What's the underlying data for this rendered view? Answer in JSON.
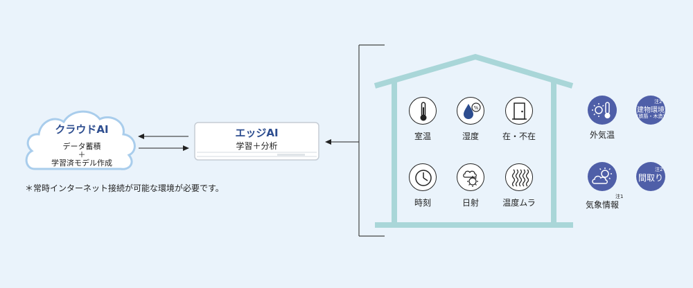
{
  "colors": {
    "background": "#eaf3fb",
    "accent_text": "#2d4d8f",
    "house_outline": "#a9d6d8",
    "outdoor_circle": "#4f5fa8"
  },
  "cloud": {
    "title": "クラウドAI",
    "line1": "データ蓄積",
    "plus": "＋",
    "line2": "学習済モデル作成"
  },
  "note": "＊常時インターネット接続が可能な環境が必要です。",
  "edge_ai": {
    "title": "エッジAI",
    "subtitle": "学習＋分析"
  },
  "indoor": [
    {
      "label": "室温",
      "icon": "thermometer-icon"
    },
    {
      "label": "湿度",
      "icon": "humidity-drop-icon"
    },
    {
      "label": "在・不在",
      "icon": "door-icon"
    },
    {
      "label": "時刻",
      "icon": "clock-icon"
    },
    {
      "label": "日射",
      "icon": "sun-behind-cloud-icon"
    },
    {
      "label": "温度ムラ",
      "icon": "heat-waves-icon"
    }
  ],
  "outdoor": {
    "outside_temp": {
      "label": "外気温",
      "icon": "sun-thermometer-icon"
    },
    "weather": {
      "label": "気象情報",
      "note": "注1",
      "icon": "sun-cloud-icon"
    },
    "building": {
      "line1": "建物環境",
      "line2": "(鉄筋・木造)",
      "note": "注2"
    },
    "layout": {
      "text": "間取り",
      "note": "注2"
    }
  }
}
